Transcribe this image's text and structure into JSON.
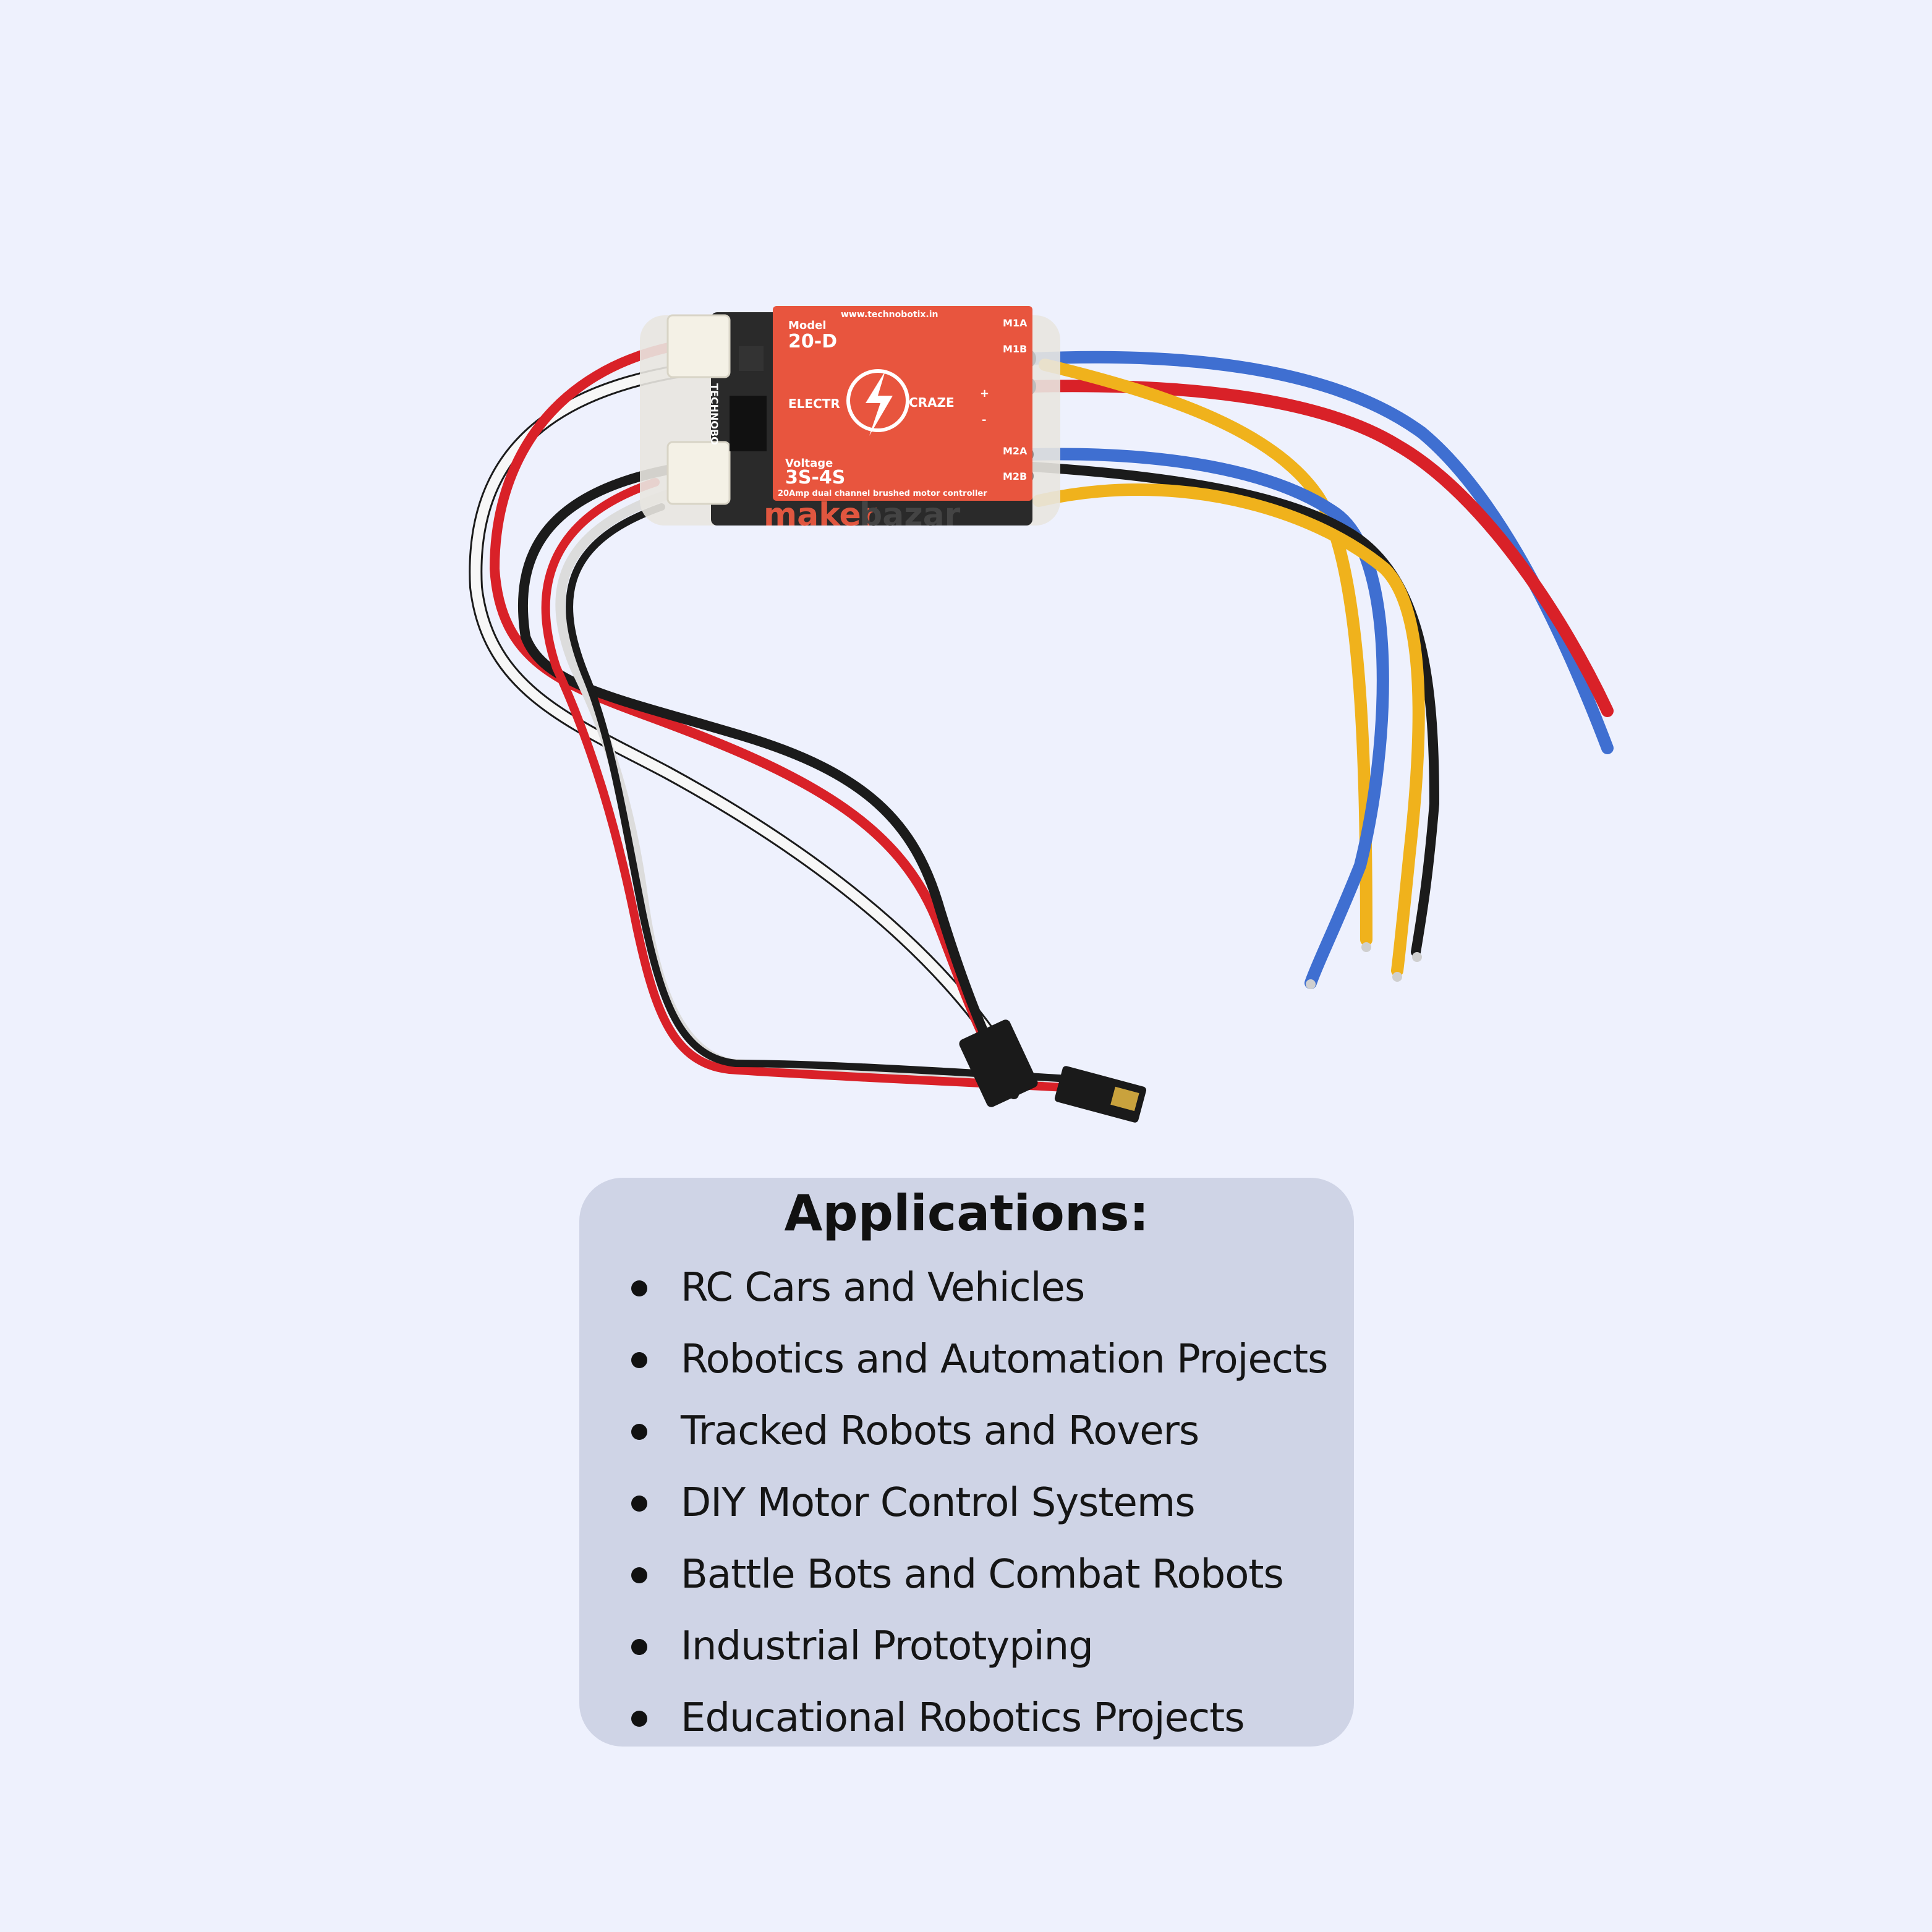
{
  "product": {
    "website": "www.technobotix.in",
    "model_label": "Model",
    "model_value": "20-D",
    "brand_left": "ELECTR",
    "brand_right": "CRAZE",
    "voltage_label": "Voltage",
    "voltage_value": "3S-4S",
    "description": "20Amp dual channel brushed motor controller",
    "terminal_labels": [
      "M1A",
      "M1B",
      "+",
      "-",
      "M2A",
      "M2B"
    ],
    "side_text": "TECHNOBO",
    "watermark_colored": "maker",
    "watermark_plain": "bazar",
    "watermark_colors": [
      "#e53935",
      "#43a047",
      "#1e88e5",
      "#fb8c00",
      "#8e24aa"
    ]
  },
  "applications": {
    "title": "Applications:",
    "items": [
      "RC Cars and Vehicles",
      "Robotics and Automation Projects",
      "Tracked Robots and Rovers",
      "DIY Motor Control Systems",
      "Battle Bots and Combat Robots",
      "Industrial Prototyping",
      "Educational Robotics Projects"
    ]
  },
  "colors": {
    "background": "#eef1fd",
    "card": "#cfd4e6",
    "label_red": "#e8553e",
    "wire_red": "#d92128",
    "wire_blue": "#3f6fd1",
    "wire_yellow": "#f0b21c",
    "wire_black": "#1b1b1b",
    "wire_white": "#f2f2f2"
  }
}
